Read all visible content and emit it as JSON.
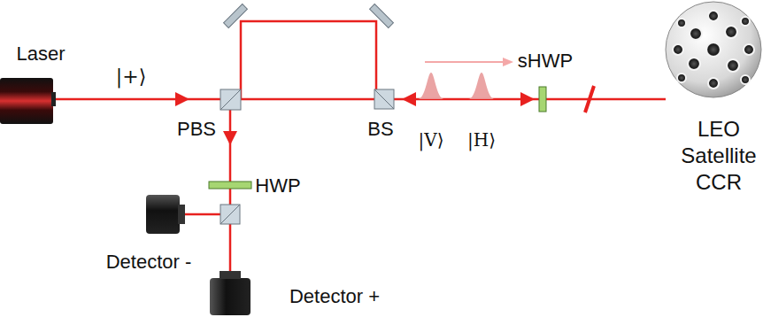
{
  "diagram": {
    "labels": [
      "Laser",
      "|+⟩",
      "PBS",
      "BS",
      "|V⟩",
      "|H⟩",
      "sHWP",
      "HWP",
      "Detector -",
      "Detector +",
      "LEO Satellite CCR"
    ]
  }
}
